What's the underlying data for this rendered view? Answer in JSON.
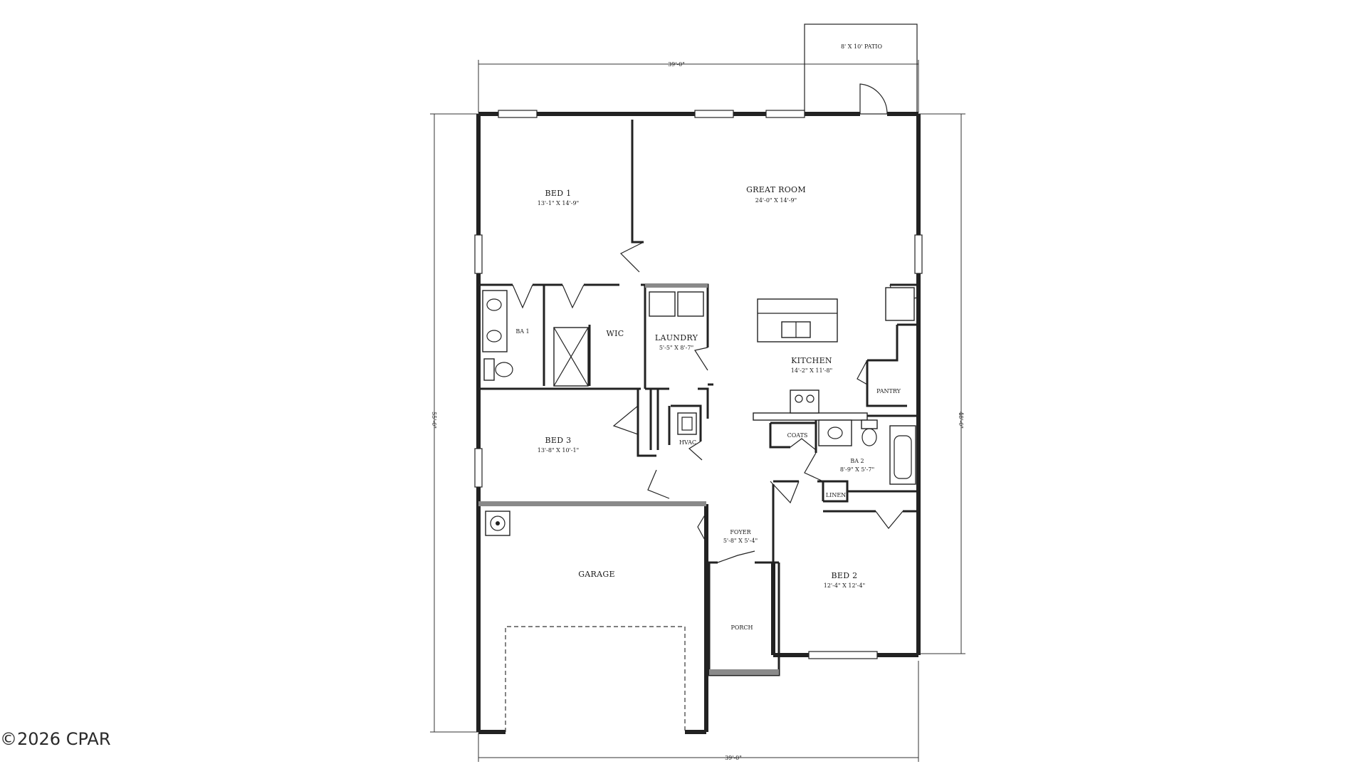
{
  "plan": {
    "overall_width_top": "39'-0\"",
    "overall_width_bottom": "39'-0\"",
    "overall_depth_left": "55'-0\"",
    "overall_depth_right": "48'-0\"",
    "patio": "8' X 10' PATIO",
    "rooms": {
      "bed1": {
        "name": "BED 1",
        "dim": "13'-1\" X 14'-9\""
      },
      "great_room": {
        "name": "GREAT ROOM",
        "dim": "24'-0\" X 14'-9\""
      },
      "ba1": {
        "name": "BA 1"
      },
      "wic": {
        "name": "WIC"
      },
      "laundry": {
        "name": "LAUNDRY",
        "dim": "5'-5\" X 8'-7\""
      },
      "kitchen": {
        "name": "KITCHEN",
        "dim": "14'-2\" X 11'-8\""
      },
      "pantry": {
        "name": "PANTRY"
      },
      "bed3": {
        "name": "BED 3",
        "dim": "13'-8\" X 10'-1\""
      },
      "hvac": {
        "name": "HVAC"
      },
      "coats": {
        "name": "COATS"
      },
      "ba2": {
        "name": "BA 2",
        "dim": "8'-9\" X 5'-7\""
      },
      "linen": {
        "name": "LINEN"
      },
      "foyer": {
        "name": "FOYER",
        "dim": "5'-8\" X 5'-4\""
      },
      "garage": {
        "name": "GARAGE"
      },
      "bed2": {
        "name": "BED 2",
        "dim": "12'-4\" X 12'-4\""
      },
      "porch": {
        "name": "PORCH"
      }
    }
  },
  "watermark": "©2026 CPAR"
}
